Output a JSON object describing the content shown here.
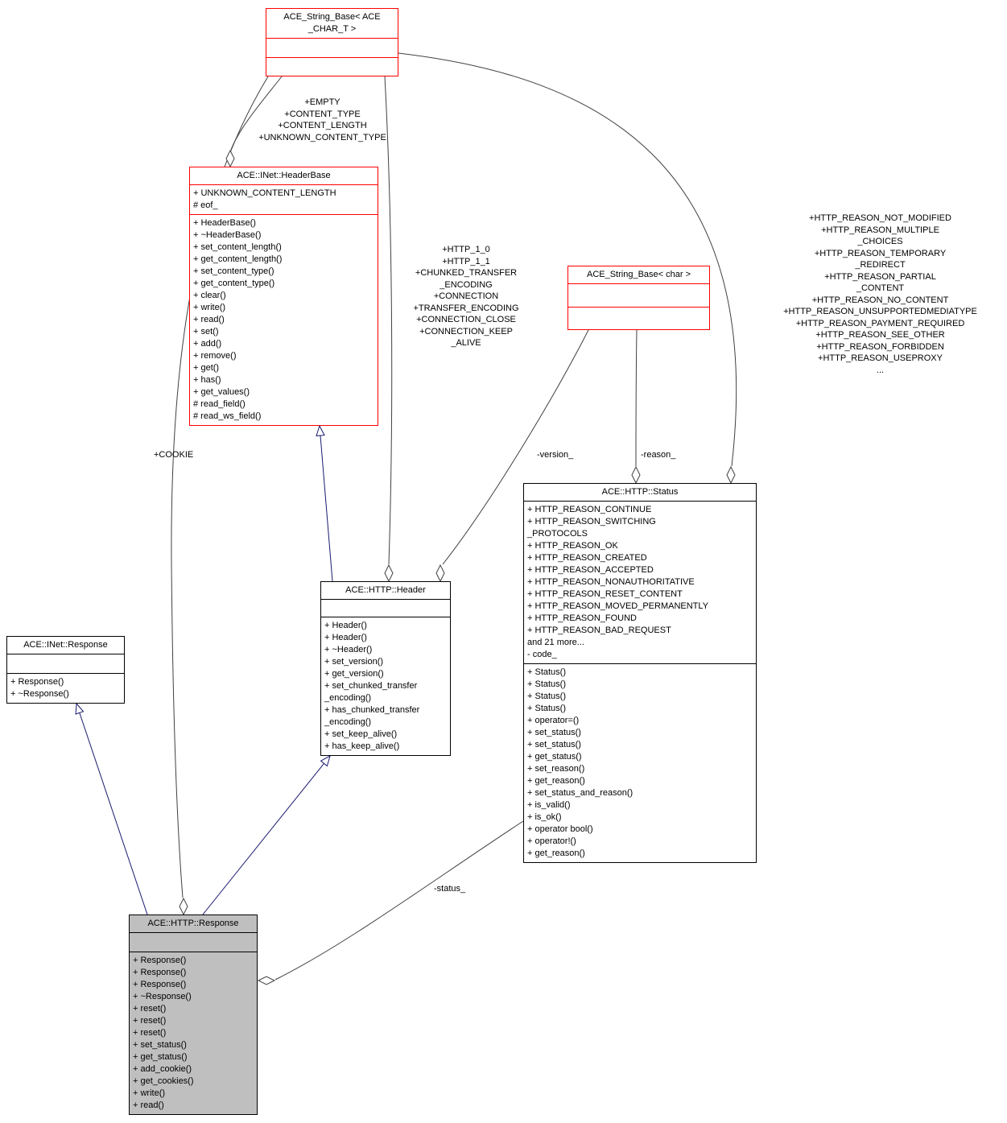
{
  "diagram": {
    "classes": {
      "string_base_ace_char_t": {
        "title": "ACE_String_Base< ACE\n_CHAR_T >"
      },
      "inet_header_base": {
        "title": "ACE::INet::HeaderBase",
        "attributes": [
          "+ UNKNOWN_CONTENT_LENGTH",
          "# eof_"
        ],
        "methods": [
          "+ HeaderBase()",
          "+ ~HeaderBase()",
          "+ set_content_length()",
          "+ get_content_length()",
          "+ set_content_type()",
          "+ get_content_type()",
          "+ clear()",
          "+ write()",
          "+ read()",
          "+ set()",
          "+ add()",
          "+ remove()",
          "+ get()",
          "+ has()",
          "+ get_values()",
          "# read_field()",
          "# read_ws_field()"
        ]
      },
      "string_base_char": {
        "title": "ACE_String_Base< char >"
      },
      "http_status": {
        "title": "ACE::HTTP::Status",
        "attributes": [
          "+ HTTP_REASON_CONTINUE",
          "+ HTTP_REASON_SWITCHING\n_PROTOCOLS",
          "+ HTTP_REASON_OK",
          "+ HTTP_REASON_CREATED",
          "+ HTTP_REASON_ACCEPTED",
          "+ HTTP_REASON_NONAUTHORITATIVE",
          "+ HTTP_REASON_RESET_CONTENT",
          "+ HTTP_REASON_MOVED_PERMANENTLY",
          "+ HTTP_REASON_FOUND",
          "+ HTTP_REASON_BAD_REQUEST",
          "and 21 more...",
          "- code_"
        ],
        "methods": [
          "+ Status()",
          "+ Status()",
          "+ Status()",
          "+ Status()",
          "+ operator=()",
          "+ set_status()",
          "+ set_status()",
          "+ get_status()",
          "+ set_reason()",
          "+ get_reason()",
          "+ set_status_and_reason()",
          "+ is_valid()",
          "+ is_ok()",
          "+ operator bool()",
          "+ operator!()",
          "+ get_reason()"
        ]
      },
      "http_header": {
        "title": "ACE::HTTP::Header",
        "methods": [
          "+ Header()",
          "+ Header()",
          "+ ~Header()",
          "+ set_version()",
          "+ get_version()",
          "+ set_chunked_transfer\n_encoding()",
          "+ has_chunked_transfer\n_encoding()",
          "+ set_keep_alive()",
          "+ has_keep_alive()"
        ]
      },
      "inet_response": {
        "title": "ACE::INet::Response",
        "methods": [
          "+ Response()",
          "+ ~Response()"
        ]
      },
      "http_response": {
        "title": "ACE::HTTP::Response",
        "methods": [
          "+ Response()",
          "+ Response()",
          "+ Response()",
          "+ ~Response()",
          "+ reset()",
          "+ reset()",
          "+ reset()",
          "+ set_status()",
          "+ get_status()",
          "+ add_cookie()",
          "+ get_cookies()",
          "+ write()",
          "+ read()"
        ]
      }
    },
    "edge_labels": {
      "header_base_members": "+EMPTY\n+CONTENT_TYPE\n+CONTENT_LENGTH\n+UNKNOWN_CONTENT_TYPE",
      "header_members": "+HTTP_1_0\n+HTTP_1_1\n+CHUNKED_TRANSFER\n_ENCODING\n+CONNECTION\n+TRANSFER_ENCODING\n+CONNECTION_CLOSE\n+CONNECTION_KEEP\n_ALIVE",
      "status_members": "+HTTP_REASON_NOT_MODIFIED\n+HTTP_REASON_MULTIPLE\n_CHOICES\n+HTTP_REASON_TEMPORARY\n_REDIRECT\n+HTTP_REASON_PARTIAL\n_CONTENT\n+HTTP_REASON_NO_CONTENT\n+HTTP_REASON_UNSUPPORTEDMEDIATYPE\n+HTTP_REASON_PAYMENT_REQUIRED\n+HTTP_REASON_SEE_OTHER\n+HTTP_REASON_FORBIDDEN\n+HTTP_REASON_USEPROXY\n...",
      "cookie": "+COOKIE",
      "version": "-version_",
      "reason": "-reason_",
      "status": "-status_"
    },
    "colors": {
      "class_border": "#000000",
      "template_border": "#ff0000",
      "selected_fill": "#bfbfbf",
      "inheritance_edge": "#191970",
      "aggregation_edge": "#404040"
    }
  }
}
